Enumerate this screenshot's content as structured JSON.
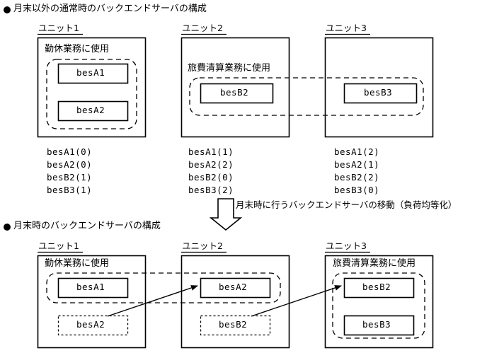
{
  "sections": {
    "top": {
      "bullet": "●",
      "title": "月末以外の通常時のバックエンドサーバの構成"
    },
    "bottom": {
      "bullet": "●",
      "title": "月末時のバックエンドサーバの構成"
    }
  },
  "transition": {
    "caption": "月末時に行うバックエンドサーバの移動（負荷均等化）",
    "arrow_icon": "down-block-arrow"
  },
  "unit_labels": {
    "unit1": "ユニット1",
    "unit2": "ユニット2",
    "unit3": "ユニット3"
  },
  "group_labels": {
    "attendance": "勤休業務に使用",
    "travel_expense": "旅費清算業務に使用"
  },
  "servers": {
    "besA1": "besA1",
    "besA2": "besA2",
    "besB2": "besB2",
    "besB3": "besB3"
  },
  "top_diagram": {
    "unit1": {
      "label": "ユニット1",
      "group_label": "勤休業務に使用",
      "servers": [
        "besA1",
        "besA2"
      ],
      "list": [
        "besA1(0)",
        "besA2(0)",
        "besB2(1)",
        "besB3(1)"
      ]
    },
    "unit2": {
      "label": "ユニット2",
      "group_label": "旅費清算業務に使用",
      "servers": [
        "besB2"
      ],
      "list": [
        "besA1(1)",
        "besA2(2)",
        "besB2(0)",
        "besB3(2)"
      ]
    },
    "unit3": {
      "label": "ユニット3",
      "group_label": "",
      "servers": [
        "besB3"
      ],
      "list": [
        "besA1(2)",
        "besA2(1)",
        "besB2(2)",
        "besB3(0)"
      ]
    }
  },
  "bottom_diagram": {
    "unit1": {
      "label": "ユニット1",
      "group_label": "勤休業務に使用",
      "servers": [
        "besA1"
      ],
      "moved_away": [
        "besA2"
      ]
    },
    "unit2": {
      "label": "ユニット2",
      "group_label": "",
      "servers": [
        "besA2"
      ],
      "moved_away": [
        "besB2"
      ]
    },
    "unit3": {
      "label": "ユニット3",
      "group_label": "旅費清算業務に使用",
      "servers": [
        "besB2",
        "besB3"
      ],
      "moved_away": []
    }
  },
  "colors": {
    "line": "#000000",
    "background": "#ffffff"
  }
}
